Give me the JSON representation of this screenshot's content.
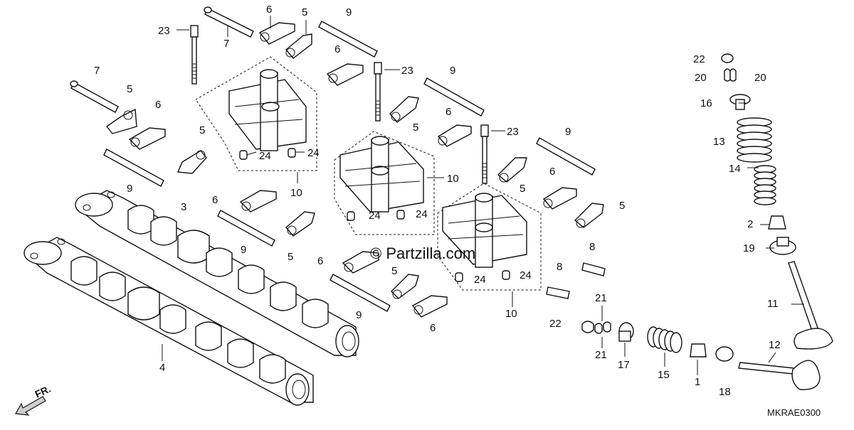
{
  "diagram": {
    "watermark": "© Partzilla.com",
    "code": "MKRAE0300",
    "front_label": "FR.",
    "labels": [
      {
        "id": "c1",
        "text": "23"
      },
      {
        "id": "c2",
        "text": "7"
      },
      {
        "id": "c3",
        "text": "6"
      },
      {
        "id": "c4",
        "text": "5"
      },
      {
        "id": "c5",
        "text": "9"
      },
      {
        "id": "c6",
        "text": "6"
      },
      {
        "id": "c7",
        "text": "23"
      },
      {
        "id": "c8",
        "text": "9"
      },
      {
        "id": "c9",
        "text": "7"
      },
      {
        "id": "c10",
        "text": "5"
      },
      {
        "id": "c11",
        "text": "6"
      },
      {
        "id": "c12",
        "text": "5"
      },
      {
        "id": "c13",
        "text": "5"
      },
      {
        "id": "c14",
        "text": "6"
      },
      {
        "id": "c15",
        "text": "23"
      },
      {
        "id": "c16",
        "text": "9"
      },
      {
        "id": "c17",
        "text": "24"
      },
      {
        "id": "c18",
        "text": "24"
      },
      {
        "id": "c19",
        "text": "9"
      },
      {
        "id": "c20",
        "text": "10"
      },
      {
        "id": "c21",
        "text": "10"
      },
      {
        "id": "c22",
        "text": "3"
      },
      {
        "id": "c23",
        "text": "6"
      },
      {
        "id": "c24",
        "text": "24"
      },
      {
        "id": "c25",
        "text": "24"
      },
      {
        "id": "c26",
        "text": "6"
      },
      {
        "id": "c27",
        "text": "5"
      },
      {
        "id": "c28",
        "text": "5"
      },
      {
        "id": "c29",
        "text": "9"
      },
      {
        "id": "c30",
        "text": "5"
      },
      {
        "id": "c31",
        "text": "6"
      },
      {
        "id": "c32",
        "text": "8"
      },
      {
        "id": "c33",
        "text": "8"
      },
      {
        "id": "c34",
        "text": "24"
      },
      {
        "id": "c35",
        "text": "24"
      },
      {
        "id": "c36",
        "text": "5"
      },
      {
        "id": "c37",
        "text": "10"
      },
      {
        "id": "c38",
        "text": "9"
      },
      {
        "id": "c39",
        "text": "6"
      },
      {
        "id": "c40",
        "text": "4"
      },
      {
        "id": "c41",
        "text": "22"
      },
      {
        "id": "c42",
        "text": "20"
      },
      {
        "id": "c43",
        "text": "20"
      },
      {
        "id": "c44",
        "text": "16"
      },
      {
        "id": "c45",
        "text": "13"
      },
      {
        "id": "c46",
        "text": "14"
      },
      {
        "id": "c47",
        "text": "2"
      },
      {
        "id": "c48",
        "text": "19"
      },
      {
        "id": "c49",
        "text": "11"
      },
      {
        "id": "c50",
        "text": "22"
      },
      {
        "id": "c51",
        "text": "21"
      },
      {
        "id": "c52",
        "text": "21"
      },
      {
        "id": "c53",
        "text": "17"
      },
      {
        "id": "c54",
        "text": "15"
      },
      {
        "id": "c55",
        "text": "1"
      },
      {
        "id": "c56",
        "text": "18"
      },
      {
        "id": "c57",
        "text": "12"
      }
    ]
  }
}
